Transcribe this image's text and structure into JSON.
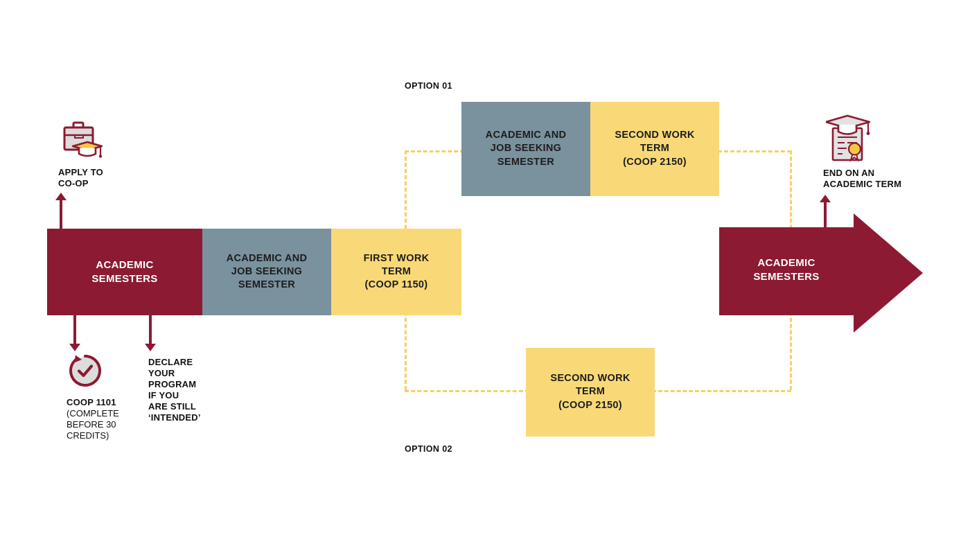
{
  "page": {
    "title": "Co-op Program Pathway Flowchart",
    "background": "#ffffff"
  },
  "colors": {
    "dark_red": "#8B1A32",
    "blue_gray": "#7A919E",
    "yellow": "#F9D977",
    "dashed_yellow": "#F9CF63",
    "icon_gray": "#D9D9D9",
    "text_dark": "#111111",
    "text_light": "#ffffff"
  },
  "icons": {
    "apply": {
      "name": "briefcase-graduation-cap-icon",
      "caption_line1": "APPLY TO",
      "caption_line2": "CO-OP"
    },
    "checkmark": {
      "name": "circular-arrow-checkmark-icon",
      "caption_line1": "COOP 1101",
      "caption_line2": "(COMPLETE",
      "caption_line3": "BEFORE 30",
      "caption_line4": "CREDITS)"
    },
    "diploma": {
      "name": "diploma-graduation-cap-icon",
      "caption_line1": "END ON AN",
      "caption_line2": "ACADEMIC TERM"
    }
  },
  "declare_note": {
    "line1": "DECLARE",
    "line2": "YOUR",
    "line3": "PROGRAM",
    "line4": "IF YOU",
    "line5": "ARE STILL",
    "line6": "‘INTENDED’"
  },
  "main_timeline": {
    "segments": [
      {
        "id": "academic-semesters-start",
        "line1": "ACADEMIC",
        "line2": "SEMESTERS",
        "line3": "",
        "color": "#8B1A32"
      },
      {
        "id": "academic-job-seeking-semester",
        "line1": "ACADEMIC AND",
        "line2": "JOB SEEKING",
        "line3": "SEMESTER",
        "color": "#7A919E"
      },
      {
        "id": "first-work-term",
        "line1": "FIRST WORK",
        "line2": "TERM",
        "line3": "(COOP 1150)",
        "color": "#F9D977"
      }
    ]
  },
  "option_01": {
    "label": "OPTION 01",
    "boxes": [
      {
        "id": "academic-job-seeking-semester-opt1",
        "line1": "ACADEMIC AND",
        "line2": "JOB SEEKING",
        "line3": "SEMESTER",
        "color": "#7A919E"
      },
      {
        "id": "second-work-term-opt1",
        "line1": "SECOND WORK",
        "line2": "TERM",
        "line3": "(COOP 2150)",
        "color": "#F9D977"
      }
    ]
  },
  "option_02": {
    "label": "OPTION 02",
    "boxes": [
      {
        "id": "second-work-term-opt2",
        "line1": "SECOND WORK",
        "line2": "TERM",
        "line3": "(COOP 2150)",
        "color": "#F9D977"
      }
    ]
  },
  "end_arrow": {
    "id": "academic-semesters-end",
    "line1": "ACADEMIC",
    "line2": "SEMESTERS",
    "color": "#8B1A32"
  }
}
